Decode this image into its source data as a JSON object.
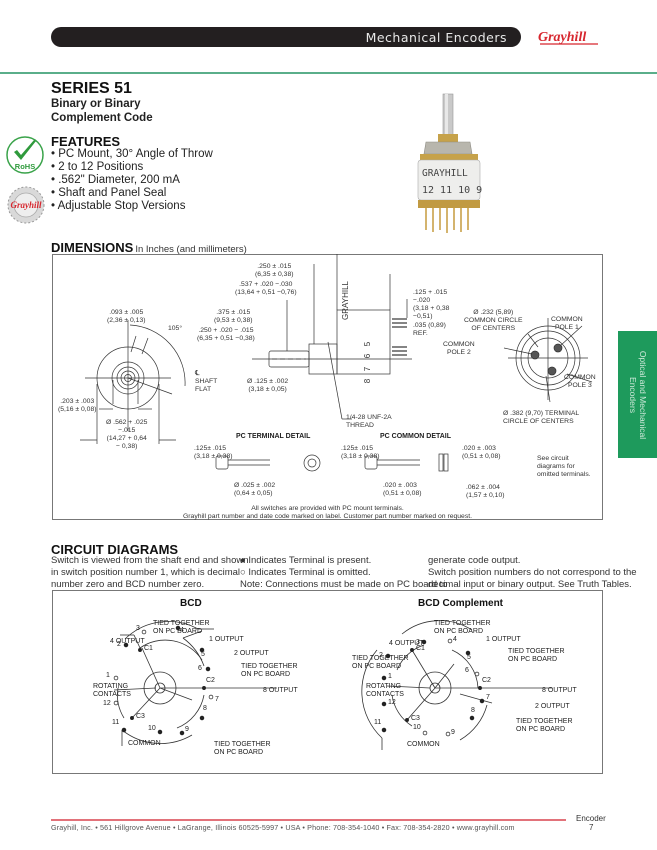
{
  "header": {
    "title": "Mechanical Encoders",
    "brand": "Grayhill",
    "accent_color": "#5aae8a",
    "brand_color": "#d7262e"
  },
  "product": {
    "series": "SERIES 51",
    "subtitle_lines": [
      "Binary or Binary",
      "Complement Code"
    ],
    "features_heading": "FEATURES",
    "features": [
      "• PC Mount, 30° Angle of Throw",
      "• 2 to 12 Positions",
      "• .562\" Diameter, 200 mA",
      "• Shaft and Panel Seal",
      "• Adjustable Stop Versions"
    ],
    "badges": {
      "rohs": "RoHS",
      "seal": "Grayhill"
    },
    "photo": {
      "label": "GRAYHILL",
      "numbers": "12 11 10 9"
    }
  },
  "dimensions": {
    "heading": "DIMENSIONS",
    "heading_sub": "In Inches (and millimeters)",
    "front_view": {
      "flat_dim": [
        ".093 ± .005",
        "(2,36 ± 0,13)"
      ],
      "angle": "105°",
      "shaft_flat": [
        "℄",
        "SHAFT",
        "FLAT"
      ],
      "offset_dim": [
        ".203 ± .003",
        "(5,16 ± 0,08)"
      ],
      "diameter_dim": [
        "Ø .562 + .025",
        "−.015",
        "(14,27 + 0,64",
        "− 0,38)"
      ]
    },
    "side_view": {
      "d1": [
        ".250 ± .015",
        "(6,35 ± 0,38)"
      ],
      "d2": [
        ".537 + .020 −.030",
        "(13,64 + 0,51 −0,76)"
      ],
      "d3": [
        ".375 ± .015",
        "(9,53 ± 0,38)"
      ],
      "d4": [
        ".250 + .020 − .015",
        "(6,35 + 0,51 −0,38)"
      ],
      "shaft_dia": [
        "Ø .125 ± .002",
        "(3,18 ± 0,05)"
      ],
      "terminal_len": [
        ".125 + .015",
        "−.020",
        "(3,18 + 0,38",
        "−0,51)"
      ],
      "ref": [
        ".035 (0,89)",
        "REF."
      ],
      "thread": [
        "1/4-28 UNF-2A",
        "THREAD"
      ],
      "body_label": "GRAYHILL",
      "body_numbers": [
        "5",
        "6",
        "7",
        "8"
      ],
      "shaft_flat": [
        "℄",
        "SHAFT",
        "FLAT"
      ]
    },
    "rear_view": {
      "common_circle": [
        "Ø .232 (5,89)",
        "COMMON CIRCLE",
        "OF CENTERS"
      ],
      "pole1": [
        "COMMON",
        "POLE 1"
      ],
      "pole2": [
        "COMMON",
        "POLE 2"
      ],
      "pole3": [
        "COMMON",
        "POLE 3"
      ],
      "terminal_circle": [
        "Ø .382 (9,70) TERMINAL",
        "CIRCLE OF CENTERS"
      ]
    },
    "pc_terminal_detail": {
      "title": "PC TERMINAL DETAIL",
      "length": [
        ".125± .015",
        "(3,18 ± 0,38)"
      ],
      "diameter": [
        "Ø .025 ± .002",
        "(0,64 ± 0,05)"
      ]
    },
    "pc_common_detail": {
      "title": "PC COMMON DETAIL",
      "length": [
        ".125± .015",
        "(3,18 ± 0,38)"
      ],
      "thickness": [
        ".020 ± .003",
        "(0,51 ± 0,08)"
      ],
      "width_top": [
        ".020 ± .003",
        "(0,51 ± 0,08)"
      ],
      "height": [
        ".062 ± .004",
        "(1,57 ± 0,10)"
      ]
    },
    "note_side": [
      "See circuit",
      "diagrams for",
      "omitted terminals."
    ],
    "footnotes": [
      "All switches are provided with PC mount terminals.",
      "Grayhill part number and date code marked on label. Customer part number marked on request."
    ]
  },
  "side_tab": {
    "lines": [
      "Optical and Mechanical",
      "Encoders"
    ],
    "color": "#1e9a5c"
  },
  "circuit": {
    "heading": "CIRCUIT DIAGRAMS",
    "col1": [
      "Switch is viewed from the shaft end and shown",
      "in switch position number 1, which is decimal",
      "number zero and BCD number zero."
    ],
    "col2": [
      "● Indicates Terminal is present.",
      "○ Indicates Terminal is omitted.",
      "Note: Connections must be made on PC board to"
    ],
    "col3": [
      "generate code output.",
      "Switch position numbers do not correspond to the",
      "decimal input or binary output. See Truth Tables."
    ],
    "bcd": {
      "title": "BCD",
      "tied_top": [
        "TIED TOGETHER",
        "ON PC BOARD"
      ],
      "tied_right": [
        "TIED TOGETHER",
        "ON PC BOARD"
      ],
      "tied_bottom": [
        "TIED TOGETHER",
        "ON PC BOARD"
      ],
      "out4": "4 OUTPUT",
      "out1": "1 OUTPUT",
      "out2": "2 OUTPUT",
      "out8": "8 OUTPUT",
      "rotating": [
        "ROTATING",
        "CONTACTS"
      ],
      "common": "COMMON",
      "labels": {
        "p1": "1",
        "p2": "2",
        "p3": "3",
        "p4": "4",
        "p5": "5",
        "p6": "6",
        "p7": "7",
        "p8": "8",
        "p9": "9",
        "p10": "10",
        "p11": "11",
        "p12": "12",
        "c1": "C1",
        "c2": "C2",
        "c3": "C3"
      },
      "present": [
        2,
        4,
        5,
        6,
        8,
        9,
        10,
        11
      ],
      "omitted": [
        1,
        3,
        7,
        12
      ]
    },
    "bcd_complement": {
      "title": "BCD Complement",
      "tied_top": [
        "TIED TOGETHER",
        "ON PC BOARD"
      ],
      "tied_left": [
        "TIED TOGETHER",
        "ON PC BOARD"
      ],
      "tied_right": [
        "TIED TOGETHER",
        "ON PC BOARD"
      ],
      "tied_bottom": [
        "TIED TOGETHER",
        "ON PC BOARD"
      ],
      "out4": "4 OUTPUT",
      "out1": "1 OUTPUT",
      "out2": "2 OUTPUT",
      "out8": "8 OUTPUT",
      "rotating": [
        "ROTATING",
        "CONTACTS"
      ],
      "common": "COMMON",
      "labels": {
        "p1": "1",
        "p2": "2",
        "p3": "3",
        "p4": "4",
        "p5": "5",
        "p6": "6",
        "p7": "7",
        "p8": "8",
        "p9": "9",
        "p10": "10",
        "p11": "11",
        "p12": "12",
        "c1": "C1",
        "c2": "C2",
        "c3": "C3"
      },
      "present": [
        1,
        2,
        3,
        5,
        7,
        8,
        11,
        12
      ],
      "omitted": [
        4,
        6,
        9,
        10
      ]
    }
  },
  "footer": {
    "text": "Grayhill, Inc. • 561 Hillgrove Avenue • LaGrange, Illinois  60525-5997 • USA • Phone: 708-354-1040 • Fax: 708-354-2820 • www.grayhill.com",
    "section": "Encoder",
    "page": "7"
  }
}
